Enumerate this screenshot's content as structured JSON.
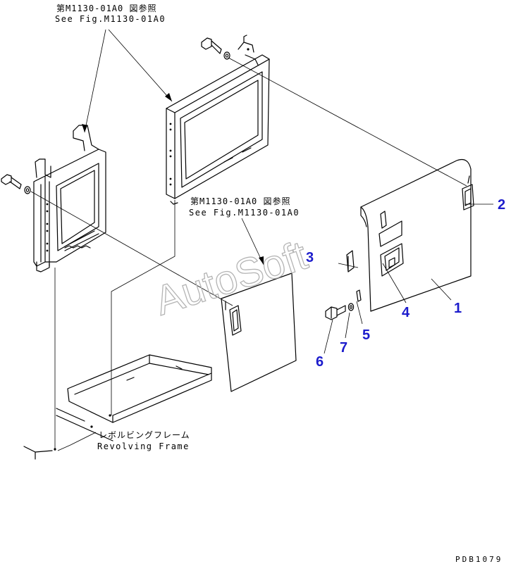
{
  "references": [
    {
      "jp": "第M1130-01A0 図参照",
      "en": "See Fig.M1130-01A0"
    },
    {
      "jp": "第M1130-01A0 図参照",
      "en": "See Fig.M1130-01A0"
    }
  ],
  "frame_label": {
    "jp": "レボルビングフレーム",
    "en": "Revolving Frame"
  },
  "callouts": [
    "1",
    "2",
    "3",
    "4",
    "5",
    "6",
    "7"
  ],
  "watermark": "AutoSoft",
  "drawing_code": "PDB1079",
  "colors": {
    "line": "#000000",
    "callout": "#1c1ccc",
    "watermark": "#b4b4b4"
  }
}
